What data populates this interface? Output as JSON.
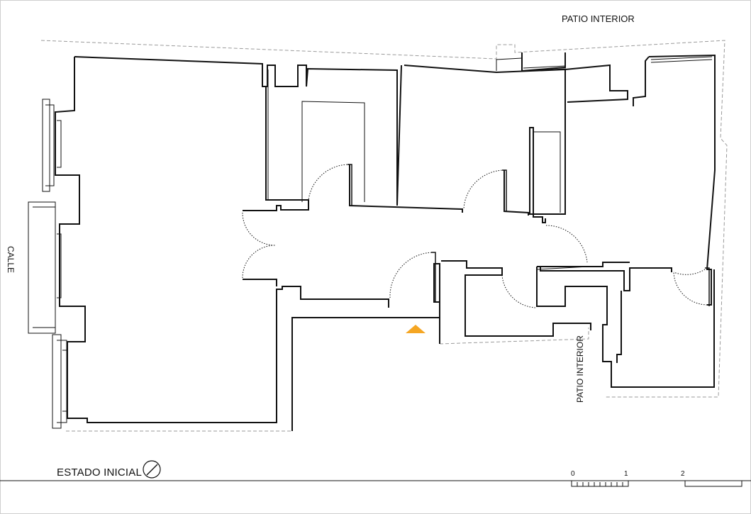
{
  "labels": {
    "patio_top": "PATIO INTERIOR",
    "patio_side": "PATIO INTERIOR",
    "street": "CALLE",
    "title": "ESTADO INICIAL"
  },
  "scale": {
    "ticks": [
      "0",
      "1",
      "2"
    ]
  },
  "colors": {
    "wall": "#111111",
    "dashed": "#999999",
    "entrance_marker": "#f5a623"
  },
  "icons": {
    "north_arrow": "compass-needle-icon",
    "entrance": "triangle-marker-icon"
  }
}
